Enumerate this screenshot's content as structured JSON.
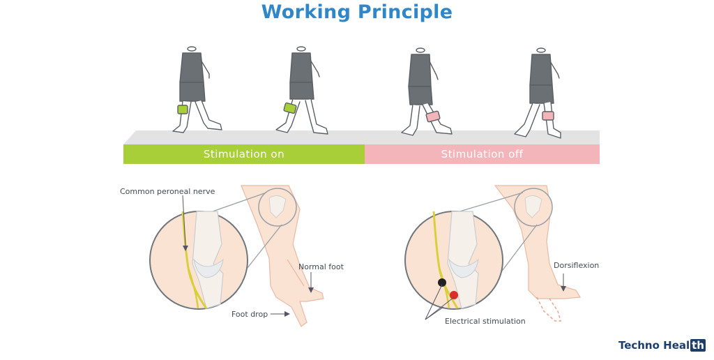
{
  "title": "Working Principle",
  "bands": {
    "on_label": "Stimulation on",
    "off_label": "Stimulation off",
    "on_color": "#a9cf38",
    "off_color": "#f3b5b9",
    "floor_color": "#e3e3e3"
  },
  "colors": {
    "title": "#2f86c8",
    "skin": "#fbe3d3",
    "skin_outline": "#e8b9a4",
    "shirt": "#6b7075",
    "nerve": "#d9cf3a",
    "electrode_dark": "#222222",
    "electrode_red": "#e02b2b",
    "cuff_on": "#a9cf38",
    "cuff_off": "#f3b5b9"
  },
  "annotations": {
    "common_peroneal_nerve": "Common peroneal nerve",
    "normal_foot": "Normal foot",
    "foot_drop": "Foot drop",
    "dorsiflexion": "Dorsiflexion",
    "electrical_stimulation": "Electrical stimulation"
  },
  "brand": {
    "text": "Techno Heal",
    "tag": "th"
  }
}
